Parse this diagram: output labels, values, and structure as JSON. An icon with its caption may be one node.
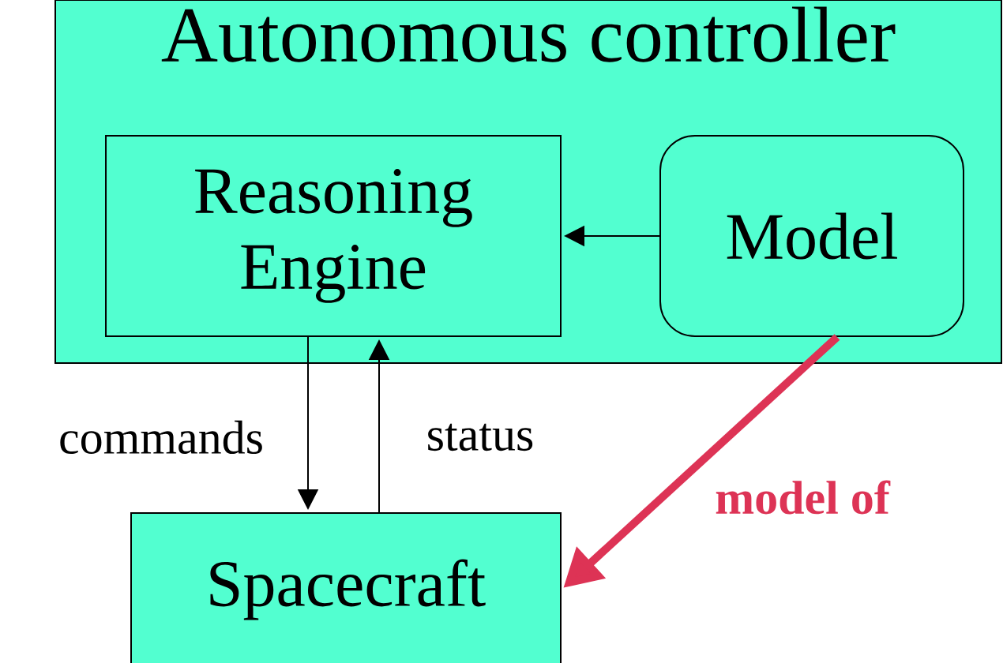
{
  "diagram": {
    "nodes": [
      {
        "text": [
          "Autonomous controller"
        ]
      },
      {
        "text": [
          "Reasoning Engine"
        ],
        "in": 0
      },
      {
        "text": [
          "Model"
        ],
        "in": 0
      },
      {
        "text": [
          "Spacecraft"
        ]
      }
    ],
    "edges": [
      {
        "from": 2,
        "to": 1,
        "arrow": "to"
      },
      {
        "from": 1,
        "to": 3,
        "arrow": "to",
        "label": "commands"
      },
      {
        "from": 3,
        "to": 1,
        "arrow": "to",
        "label": "status"
      },
      {
        "from": 2,
        "to": 3,
        "arrow": "to",
        "label": "model of",
        "style": "thick",
        "color": "#dd3355"
      }
    ]
  }
}
